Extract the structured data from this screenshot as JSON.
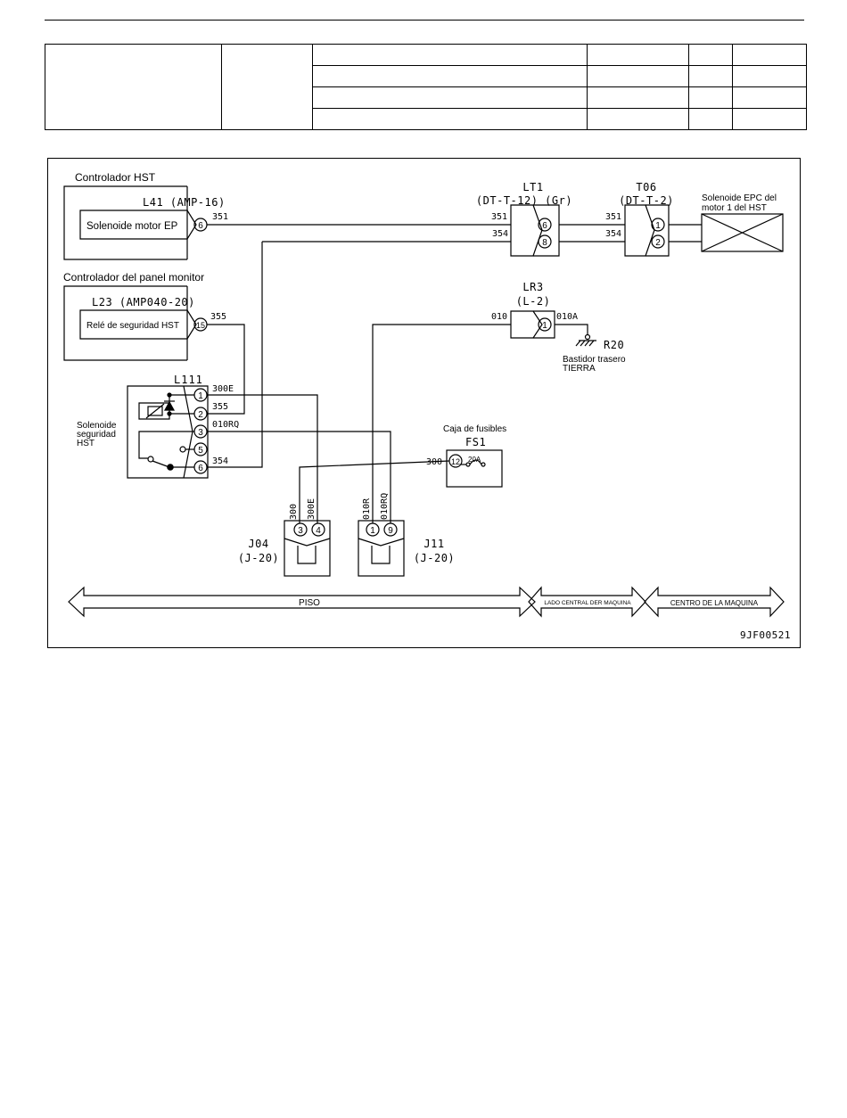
{
  "diagram_id": "9JF00521",
  "components": {
    "controller_hst": {
      "title": "Controlador HST",
      "connector": "L41 (AMP-16)",
      "inner_label": "Solenoide motor EP",
      "pin": "6"
    },
    "monitor_controller": {
      "title": "Controlador del panel monitor",
      "connector": "L23 (AMP040-20)",
      "inner_label": "Relé de seguridad HST",
      "pin": "15"
    },
    "relay": {
      "connector": "L111",
      "label_lines": [
        "Solenoide",
        "seguridad",
        "HST"
      ],
      "pins": [
        "1",
        "2",
        "3",
        "5",
        "6"
      ]
    },
    "lt1": {
      "name": "LT1",
      "type": "(DT-T-12) (Gr)",
      "pins": [
        "6",
        "8"
      ]
    },
    "t06": {
      "name": "T06",
      "type": "(DT-T-2)",
      "pins": [
        "1",
        "2"
      ]
    },
    "epc": {
      "label_lines": [
        "Solenoide EPC del",
        "motor 1 del HST"
      ]
    },
    "lr3": {
      "name": "LR3",
      "type": "(L-2)",
      "pin": "1"
    },
    "ground": {
      "name": "R20",
      "label_lines": [
        "Bastidor trasero",
        "TIERRA"
      ]
    },
    "fuse_box": {
      "title": "Caja de fusibles",
      "name": "FS1",
      "pin": "12",
      "rating": "20A"
    },
    "j04": {
      "name": "J04",
      "type": "(J-20)",
      "pins": [
        "3",
        "4"
      ]
    },
    "j11": {
      "name": "J11",
      "type": "(J-20)",
      "pins": [
        "1",
        "9"
      ]
    }
  },
  "wires": {
    "w351_a": "351",
    "w351_b": "351",
    "w351_c": "351",
    "w354_a": "354",
    "w354_b": "354",
    "w355_a": "355",
    "w355_b": "355",
    "w300E_a": "300E",
    "w300E_b": "300E",
    "w010RQ_a": "010RQ",
    "w010RQ_b": "010RQ",
    "w354_l111": "354",
    "w300_a": "300",
    "w300_b": "300",
    "w010": "010",
    "w010A": "010A",
    "w010R": "010R"
  },
  "zones": {
    "piso": "PISO",
    "lado_central": "LADO CENTRAL DER MAQUINA",
    "centro": "CENTRO DE LA MAQUINA"
  }
}
